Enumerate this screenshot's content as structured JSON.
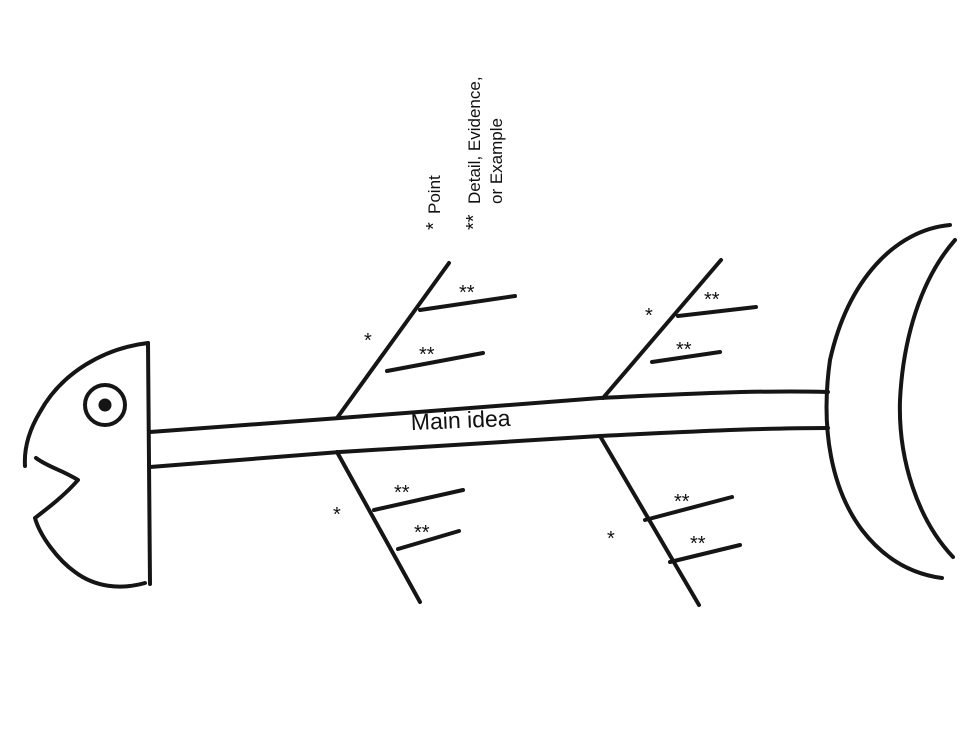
{
  "diagram": {
    "main_label": "Main idea",
    "legend": {
      "point_marker": "*",
      "point_label": "Point",
      "detail_marker": "**",
      "detail_label_line1": "Detail, Evidence,",
      "detail_label_line2": "or Example"
    },
    "point_marker": "*",
    "detail_marker": "**",
    "colors": {
      "ink": "#151515",
      "background": "#ffffff"
    }
  }
}
